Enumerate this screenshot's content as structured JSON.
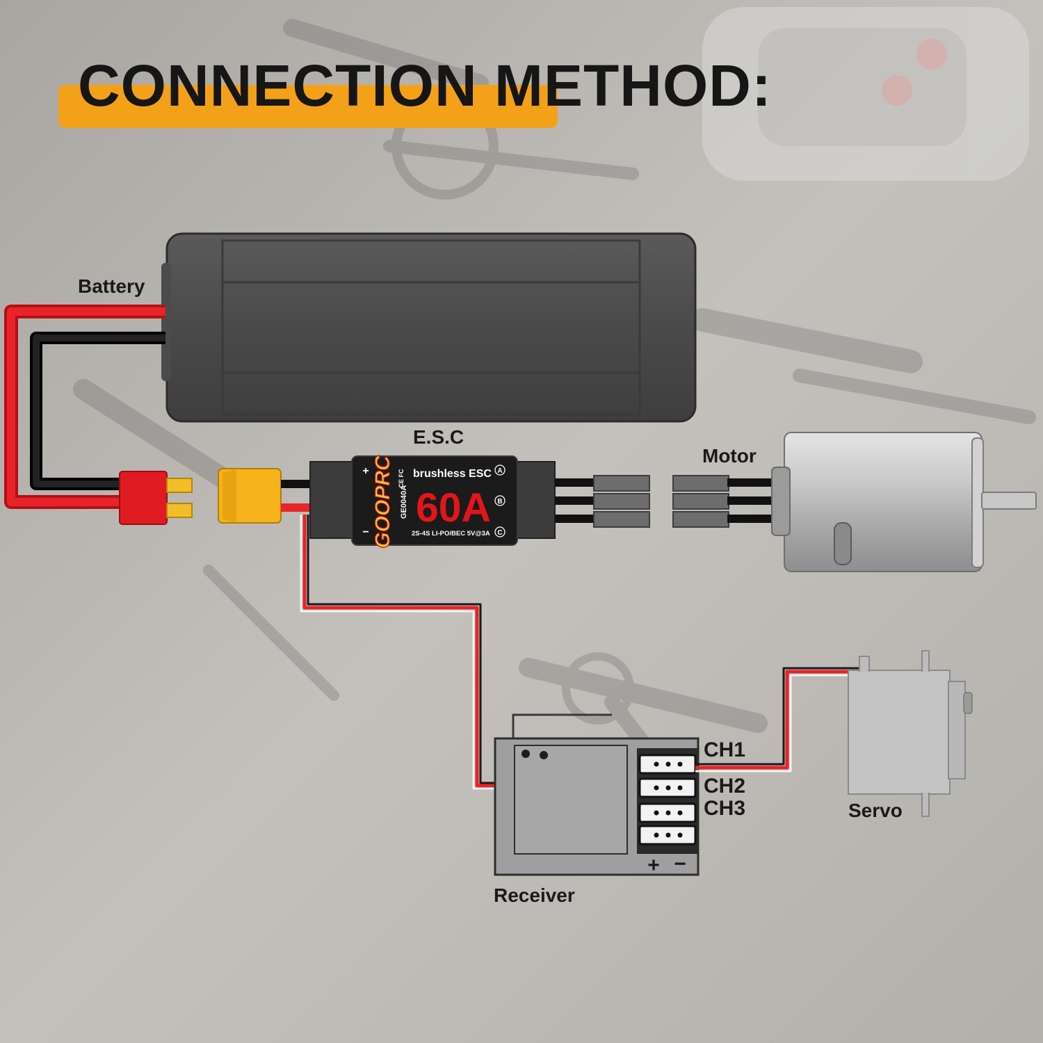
{
  "title": "CONNECTION METHOD:",
  "labels": {
    "battery": "Battery",
    "esc": "E.S.C",
    "motor": "Motor",
    "receiver": "Receiver",
    "servo": "Servo",
    "ch1": "CH1",
    "ch2": "CH2",
    "ch3": "CH3"
  },
  "esc_sticker": {
    "brand": "GOOPRC",
    "model": "GE0040A",
    "type": "brushless ESC",
    "rating": "60A",
    "spec": "2S-4S LI-PO/BEC 5V@3A",
    "cert": "CE FC",
    "plus": "+",
    "minus": "−",
    "phase_a": "A",
    "phase_b": "B",
    "phase_c": "C"
  },
  "receiver": {
    "plus": "+",
    "minus": "−"
  },
  "colors": {
    "accent": "#f4a11a",
    "wire_red": "#e8242a",
    "wire_black": "#111111",
    "esc_label_red": "#e3151b",
    "connector_yellow": "#f6b21a"
  }
}
